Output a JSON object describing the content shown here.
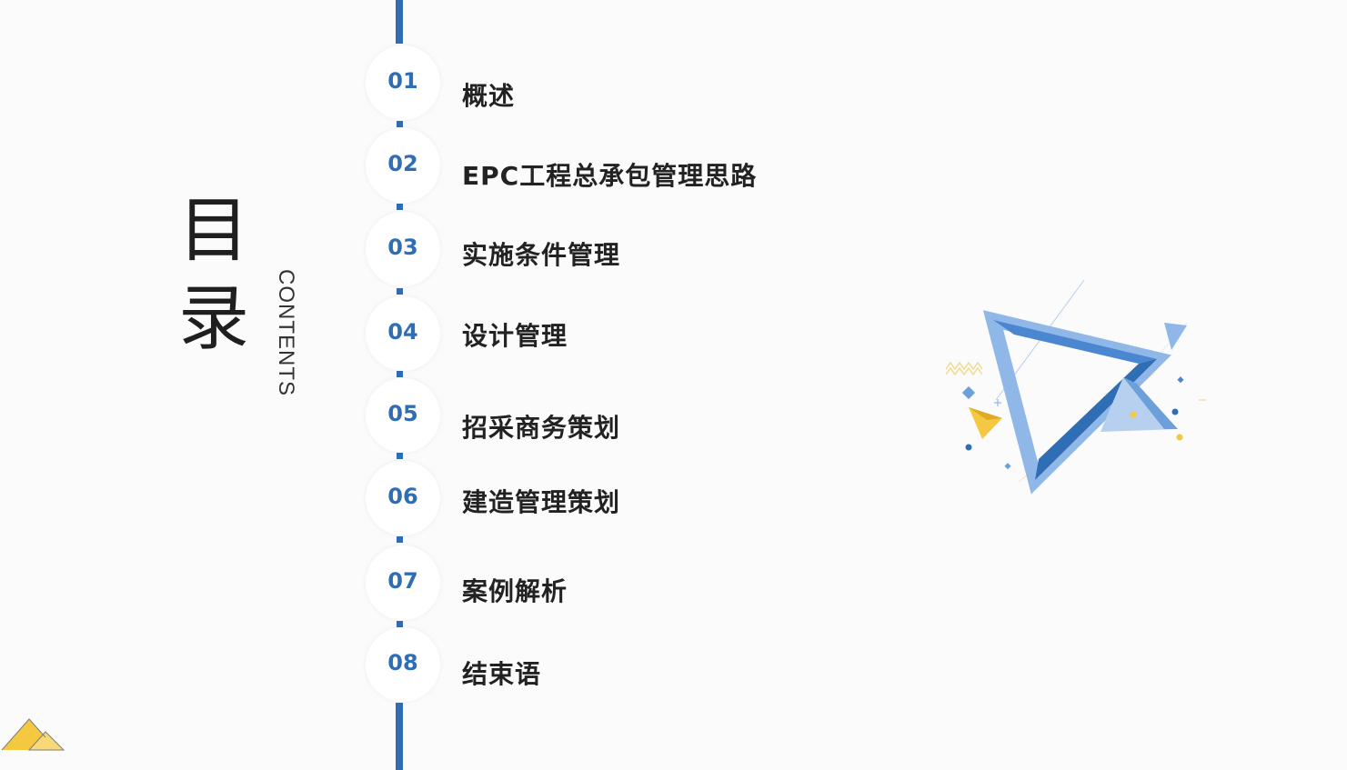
{
  "title": {
    "line1": "目",
    "line2": "录",
    "subtitle": "CONTENTS"
  },
  "items": [
    {
      "num": "01",
      "label": "概述"
    },
    {
      "num": "02",
      "label": "EPC工程总承包管理思路"
    },
    {
      "num": "03",
      "label": "实施条件管理"
    },
    {
      "num": "04",
      "label": "设计管理"
    },
    {
      "num": "05",
      "label": "招采商务策划"
    },
    {
      "num": "06",
      "label": "建造管理策划"
    },
    {
      "num": "07",
      "label": "案例解析"
    },
    {
      "num": "08",
      "label": "结束语"
    }
  ],
  "colors": {
    "accent": "#2f6db5",
    "text": "#222222",
    "yellow": "#f5c842",
    "lightblue": "#8fb8e8"
  },
  "icons": [
    "triangle-decoration-icon",
    "mountain-decoration-icon"
  ]
}
